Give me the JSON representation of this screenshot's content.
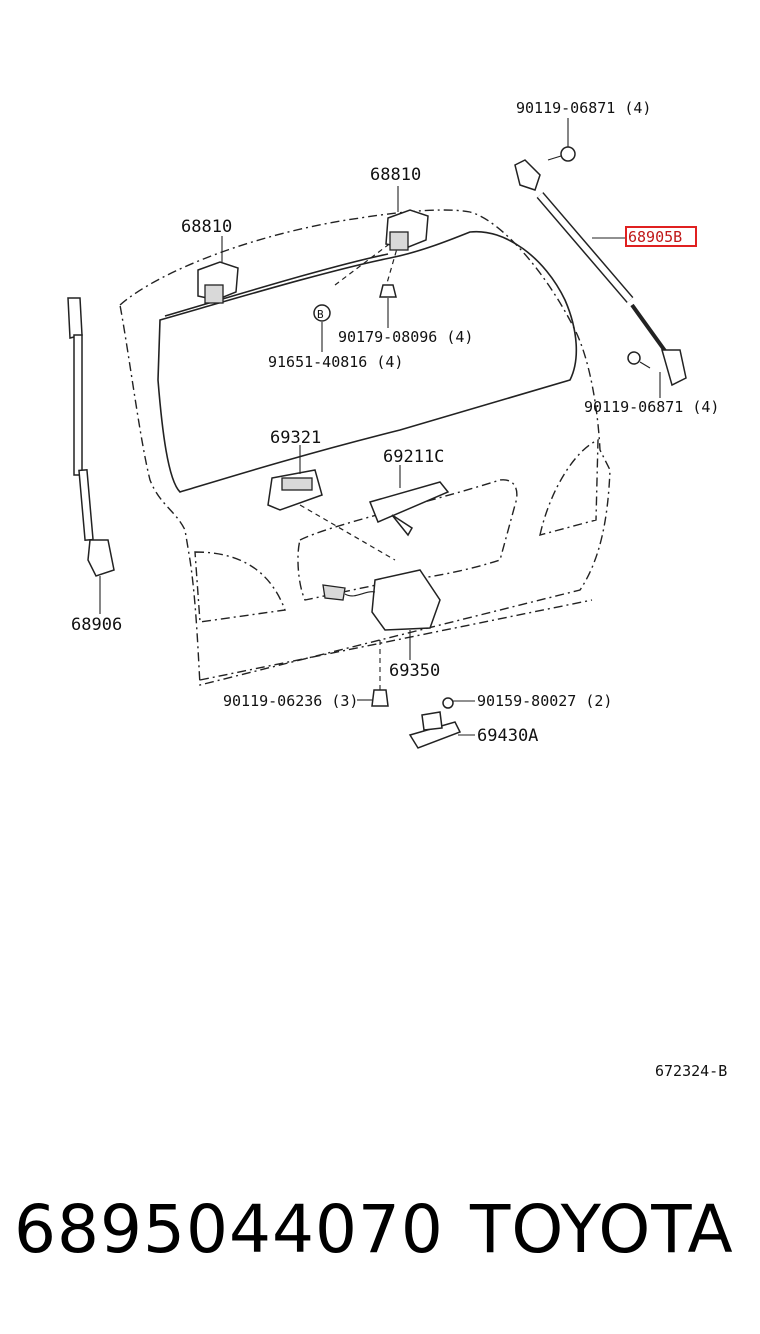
{
  "diagram": {
    "labels": {
      "bolt_top": "90119-06871 (4)",
      "hinge_center": "68810",
      "hinge_left": "68810",
      "strut_highlight": "68905B",
      "nut": "90179-08096 (4)",
      "clip": "91651-40816 (4)",
      "bolt_right": "90119-06871 (4)",
      "handle_switch": "69321",
      "garnish_handle": "69211C",
      "strut_left": "68906",
      "lock": "69350",
      "bolt_lock": "90119-06236 (3)",
      "screw_striker": "90159-80027 (2)",
      "striker": "69430A",
      "clip_symbol": "B",
      "drawing_code": "672324-B"
    }
  },
  "footer": {
    "part_number": "6895044070",
    "brand": "TOYOTA"
  },
  "colors": {
    "highlight": "#e02020",
    "line": "#222222"
  }
}
